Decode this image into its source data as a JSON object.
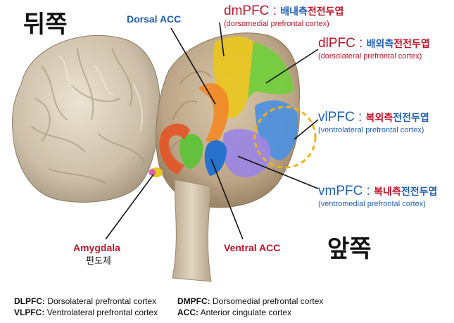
{
  "corner_labels": {
    "back": "뒤쪽",
    "front": "앞쪽"
  },
  "regions": {
    "dmpfc": {
      "abbr": "dmPFC",
      "sep": " : ",
      "ko_part1": "배내측",
      "ko_part2": "전전두엽",
      "en": "(dorsomedial prefrontal cortex)"
    },
    "dlpfc": {
      "abbr": "dlPFC",
      "sep": " : ",
      "ko_part1": "배외측",
      "ko_part2": "전전두엽",
      "en": "(dorsolateral prefrontal cortex)"
    },
    "vlpfc": {
      "abbr": "vlPFC",
      "sep": " : ",
      "ko_part1": "복외측",
      "ko_part2": "전전두엽",
      "en": "(ventrolateral prefrontal cortex)"
    },
    "vmpfc": {
      "abbr": "vmPFC",
      "sep": " : ",
      "ko_part1": "복내측",
      "ko_part2": "전전두엽",
      "en": "(ventromedial prefrontal cortex)"
    }
  },
  "acc": {
    "dorsal": "Dorsal ACC",
    "ventral": "Ventral ACC"
  },
  "amygdala": {
    "en": "Amygdala",
    "ko": "편도체"
  },
  "legend": {
    "dlpfc": {
      "key": "DLPFC:",
      "text": "Dorsolateral prefrontal cortex"
    },
    "vlpfc": {
      "key": "VLPFC:",
      "text": "Ventrolateral prefrontal cortex"
    },
    "dmpfc": {
      "key": "DMPFC:",
      "text": "Dorsomedial prefrontal cortex"
    },
    "acc": {
      "key": "ACC:",
      "text": "Anterior cingulate cortex"
    }
  },
  "colors": {
    "dmpfc": "#e9c51d",
    "dlpfc": "#6fcf3a",
    "vlpfc": "#4a8fe0",
    "vmpfc": "#9b86e3",
    "dorsal_acc": "#f08a2a",
    "ventral_acc": "#1f6fd0",
    "amygdala": "#e9c51d",
    "hippocampus": "#e0572a",
    "thalamus": "#5ec23a",
    "brain_tissue": "#c8b49a",
    "dashed_circle": "#f0b21c",
    "label_red": "#c0142a",
    "label_blue": "#1f5fb5"
  }
}
